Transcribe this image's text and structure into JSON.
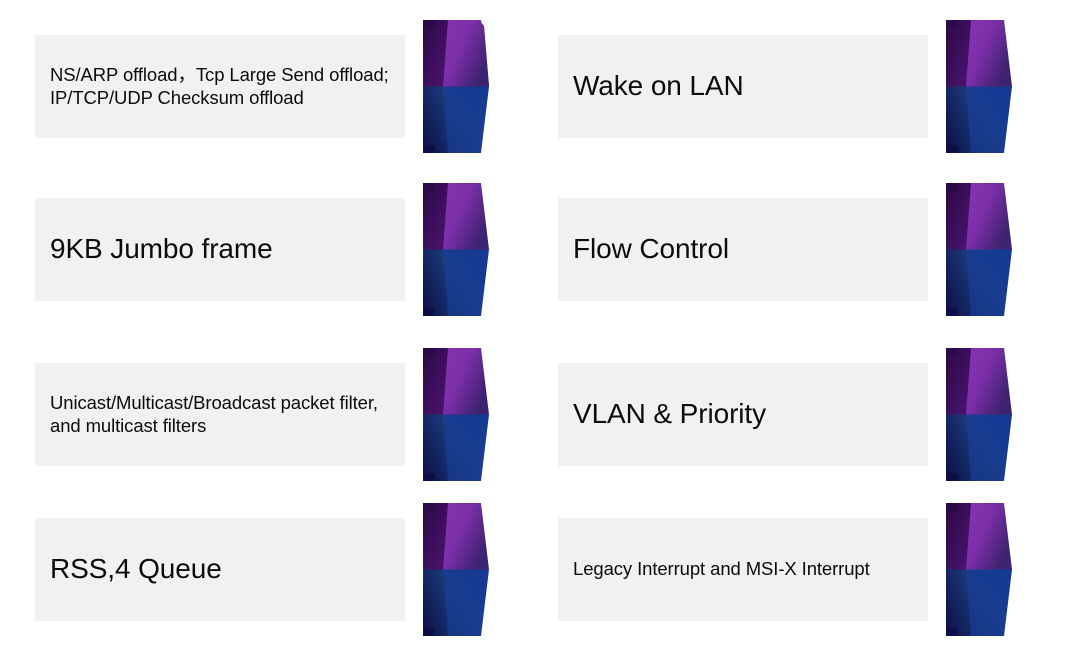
{
  "slide": {
    "background_color": "#ffffff",
    "bar_color": "#f1f1f1",
    "text_color": "#0c0c0c",
    "arrow_colors": {
      "purple_light": "#8b33b5",
      "purple_mid": "#7b2fa8",
      "purple_dark": "#3f1060",
      "purple_shadow": "#2e0b49",
      "blue_light": "#1e53a0",
      "blue_mid": "#1b3584",
      "blue_dark": "#111a5e",
      "blue_shadow": "#0d0f4a"
    }
  },
  "items": [
    {
      "id": "offload-features",
      "column": "left",
      "row": 1,
      "size": "small",
      "label": "NS/ARP offload，Tcp Large Send offload; IP/TCP/UDP Checksum offload"
    },
    {
      "id": "wake-on-lan",
      "column": "right",
      "row": 1,
      "size": "large",
      "label": "Wake on LAN"
    },
    {
      "id": "jumbo-frame",
      "column": "left",
      "row": 2,
      "size": "large",
      "label": "9KB Jumbo frame"
    },
    {
      "id": "flow-control",
      "column": "right",
      "row": 2,
      "size": "large",
      "label": "Flow Control"
    },
    {
      "id": "packet-filters",
      "column": "left",
      "row": 3,
      "size": "small",
      "label": "Unicast/Multicast/Broadcast packet filter, and multicast filters"
    },
    {
      "id": "vlan-priority",
      "column": "right",
      "row": 3,
      "size": "large",
      "label": "VLAN & Priority"
    },
    {
      "id": "rss-queue",
      "column": "left",
      "row": 4,
      "size": "large",
      "label": "RSS,4 Queue"
    },
    {
      "id": "interrupts",
      "column": "right",
      "row": 4,
      "size": "small",
      "label": "Legacy Interrupt and MSI-X Interrupt"
    }
  ]
}
